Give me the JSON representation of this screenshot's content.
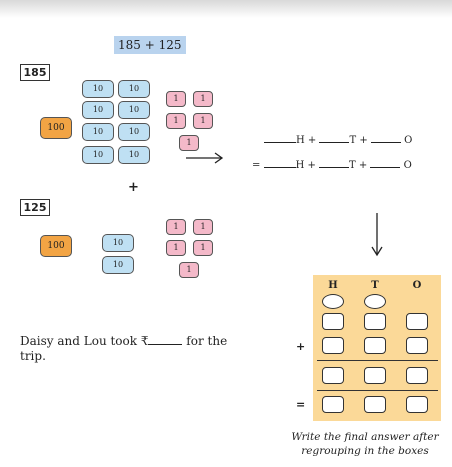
{
  "title": "185 + 125",
  "first_number": "185",
  "second_number": "125",
  "block_labels": {
    "hundred": "100",
    "ten": "10",
    "one": "1"
  },
  "plus": "+",
  "equals": "=",
  "equation": {
    "h_label": "H +",
    "t_label": "T +",
    "o_label": "O"
  },
  "sentence": {
    "prefix": "Daisy and Lou took ₹",
    "suffix": " for the trip."
  },
  "hto_headers": [
    "H",
    "T",
    "O"
  ],
  "caption": "Write the final answer after regrouping in the boxes",
  "colors": {
    "hundred_block": "#f2a444",
    "ten_block": "#bfe0f3",
    "one_block": "#f4b9c9",
    "hto_panel": "#fbd998",
    "title_highlight": "#b9d3ee"
  }
}
